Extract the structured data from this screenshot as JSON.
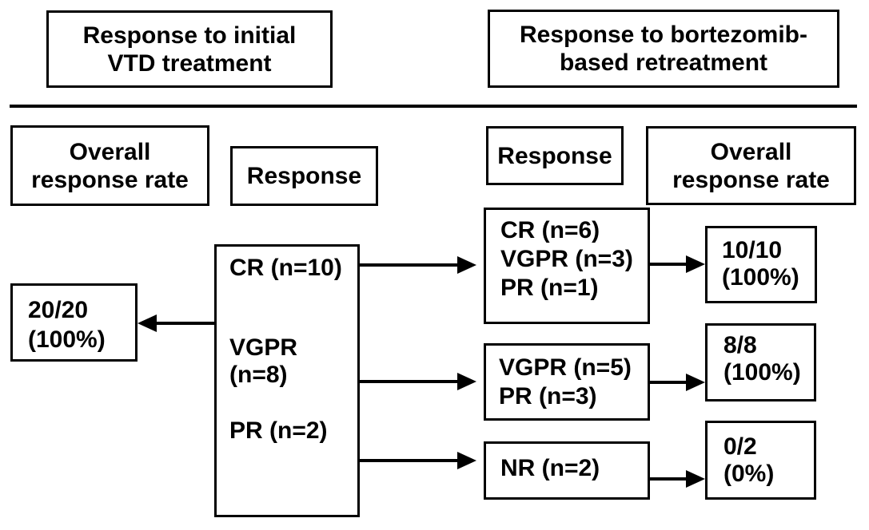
{
  "titles": {
    "initial": "Response to initial\nVTD treatment",
    "retreatment": "Response to bortezomib-\nbased retreatment"
  },
  "column_headers": {
    "initial_overall": "Overall\nresponse rate",
    "initial_response": "Response",
    "retreatment_response": "Response",
    "retreatment_overall": "Overall\nresponse rate"
  },
  "initial_treatment": {
    "response_groups": [
      "CR (n=10)",
      "VGPR\n(n=8)",
      "PR (n=2)"
    ],
    "overall_response_rate": "20/20\n(100%)"
  },
  "retreatment": {
    "rows": [
      {
        "response": "CR (n=6)\nVGPR (n=3)\nPR (n=1)",
        "overall_response_rate": "10/10\n(100%)"
      },
      {
        "response": "VGPR (n=5)\nPR (n=3)",
        "overall_response_rate": "8/8\n(100%)"
      },
      {
        "response": "NR (n=2)",
        "overall_response_rate": "0/2\n(0%)"
      }
    ]
  },
  "colors": {
    "line": "#000000",
    "background": "#ffffff",
    "box_background": "#ffffff",
    "text": "#000000"
  }
}
